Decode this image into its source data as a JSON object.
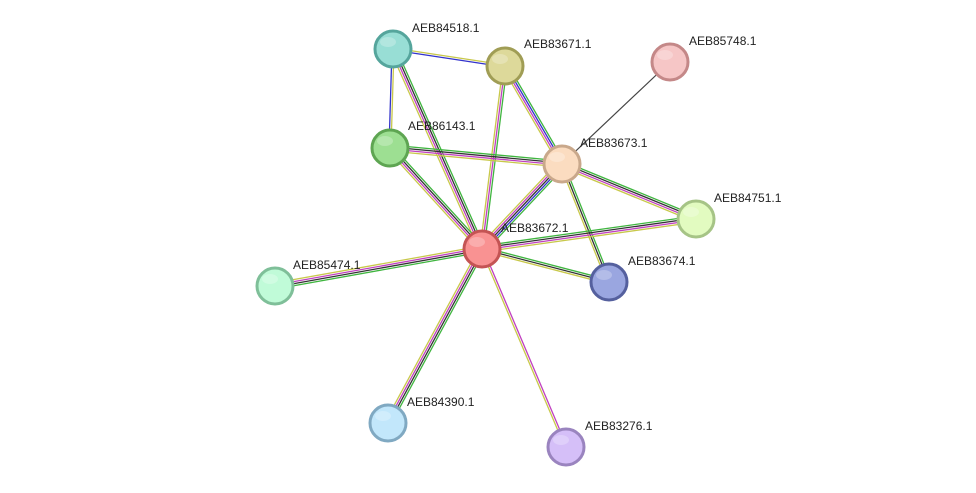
{
  "nodes": [
    {
      "id": "AEB84518.1",
      "label": "AEB84518.1",
      "fill": "#98ded5",
      "stroke": "#55a59c"
    },
    {
      "id": "AEB83671.1",
      "label": "AEB83671.1",
      "fill": "#ddd99a",
      "stroke": "#a09d55"
    },
    {
      "id": "AEB85748.1",
      "label": "AEB85748.1",
      "fill": "#f6c6c6",
      "stroke": "#c48888"
    },
    {
      "id": "AEB86143.1",
      "label": "AEB86143.1",
      "fill": "#9ddf92",
      "stroke": "#5ea552"
    },
    {
      "id": "AEB83673.1",
      "label": "AEB83673.1",
      "fill": "#fbdcc0",
      "stroke": "#c9a88b"
    },
    {
      "id": "AEB84751.1",
      "label": "AEB84751.1",
      "fill": "#e2fbc0",
      "stroke": "#a6c486"
    },
    {
      "id": "AEB83672.1",
      "label": "AEB83672.1",
      "fill": "#f99292",
      "stroke": "#c45454"
    },
    {
      "id": "AEB85474.1",
      "label": "AEB85474.1",
      "fill": "#c0fbd8",
      "stroke": "#7fbf99"
    },
    {
      "id": "AEB83674.1",
      "label": "AEB83674.1",
      "fill": "#9aa6e0",
      "stroke": "#55609e"
    },
    {
      "id": "AEB84390.1",
      "label": "AEB84390.1",
      "fill": "#c2e7fb",
      "stroke": "#80a9c2"
    },
    {
      "id": "AEB83276.1",
      "label": "AEB83276.1",
      "fill": "#d5bff8",
      "stroke": "#9a84bf"
    }
  ],
  "edges": [
    {
      "source": "AEB84518.1",
      "target": "AEB83671.1",
      "colors": [
        "#c8c84a",
        "#3333cc"
      ]
    },
    {
      "source": "AEB84518.1",
      "target": "AEB86143.1",
      "colors": [
        "#c8c84a",
        "#3333cc"
      ]
    },
    {
      "source": "AEB84518.1",
      "target": "AEB83672.1",
      "colors": [
        "#3fb53f",
        "#333333",
        "#c040c0",
        "#c8c84a"
      ]
    },
    {
      "source": "AEB83671.1",
      "target": "AEB83673.1",
      "colors": [
        "#3fb53f",
        "#3333cc",
        "#c040c0",
        "#c8c84a"
      ]
    },
    {
      "source": "AEB83671.1",
      "target": "AEB83672.1",
      "colors": [
        "#3fb53f",
        "#c040c0",
        "#c8c84a"
      ]
    },
    {
      "source": "AEB85748.1",
      "target": "AEB83673.1",
      "colors": [
        "#444444"
      ]
    },
    {
      "source": "AEB86143.1",
      "target": "AEB83673.1",
      "colors": [
        "#3fb53f",
        "#333333",
        "#c040c0",
        "#c8c84a"
      ]
    },
    {
      "source": "AEB86143.1",
      "target": "AEB83672.1",
      "colors": [
        "#3fb53f",
        "#333333",
        "#c040c0",
        "#c8c84a"
      ]
    },
    {
      "source": "AEB83673.1",
      "target": "AEB83672.1",
      "colors": [
        "#3fb53f",
        "#3333cc",
        "#333333",
        "#c040c0",
        "#c8c84a"
      ]
    },
    {
      "source": "AEB83673.1",
      "target": "AEB84751.1",
      "colors": [
        "#3fb53f",
        "#333333",
        "#c040c0",
        "#c8c84a"
      ]
    },
    {
      "source": "AEB83673.1",
      "target": "AEB83674.1",
      "colors": [
        "#3fb53f",
        "#333333",
        "#c8c84a"
      ]
    },
    {
      "source": "AEB83672.1",
      "target": "AEB84751.1",
      "colors": [
        "#3fb53f",
        "#333333",
        "#c040c0",
        "#c8c84a"
      ]
    },
    {
      "source": "AEB83672.1",
      "target": "AEB85474.1",
      "colors": [
        "#3fb53f",
        "#333333",
        "#c040c0",
        "#c8c84a"
      ]
    },
    {
      "source": "AEB83672.1",
      "target": "AEB83674.1",
      "colors": [
        "#3fb53f",
        "#333333",
        "#c8c84a"
      ]
    },
    {
      "source": "AEB83672.1",
      "target": "AEB84390.1",
      "colors": [
        "#3fb53f",
        "#333333",
        "#c040c0",
        "#c8c84a"
      ]
    },
    {
      "source": "AEB83672.1",
      "target": "AEB83276.1",
      "colors": [
        "#c040c0",
        "#c8c84a"
      ]
    }
  ]
}
